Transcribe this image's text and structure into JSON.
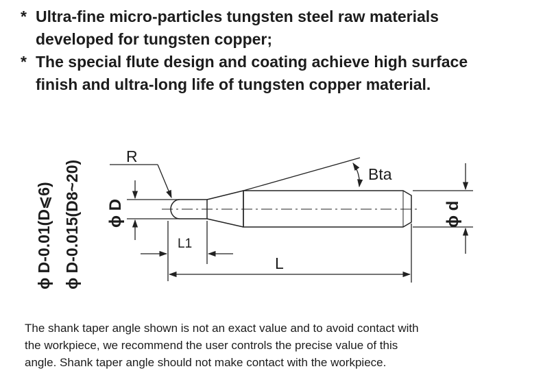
{
  "features": [
    {
      "star": "*",
      "lines": [
        "Ultra-fine micro-particles tungsten steel raw materials",
        "developed for tungsten copper;"
      ]
    },
    {
      "star": "*",
      "lines": [
        "The special flute design and coating achieve high surface",
        "finish and ultra-long life of tungsten copper material."
      ]
    }
  ],
  "diagram": {
    "tolerance_small": "ϕ D-0.01(D⩽6)",
    "tolerance_large": "ϕ D-0.015(D8~20)",
    "label_R": "R",
    "label_Bta": "Bta",
    "label_phiD": "ϕ D",
    "label_phid": "ϕ d",
    "label_L1": "L1",
    "label_L": "L",
    "line_color": "#222222"
  },
  "note": [
    "The shank taper angle shown is not an exact value and to avoid contact with",
    "the workpiece, we recommend the user controls the precise value of this",
    "angle. Shank taper angle should not make contact with the workpiece."
  ]
}
